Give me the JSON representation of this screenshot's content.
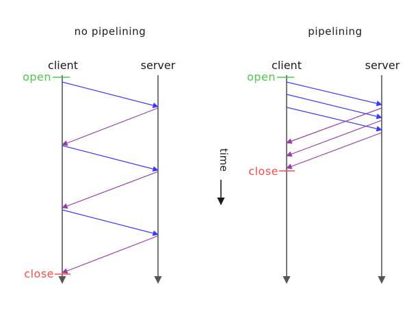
{
  "colors": {
    "request": "#3a3aff",
    "response": "#9a3aa8",
    "open": "#4cc94c",
    "close": "#ff4a4a",
    "lifeline": "#555555",
    "text": "#1a1a1a"
  },
  "left": {
    "title": "no pipelining",
    "client_label": "client",
    "server_label": "server",
    "open_label": "open",
    "close_label": "close"
  },
  "right": {
    "title": "pipelining",
    "client_label": "client",
    "server_label": "server",
    "open_label": "open",
    "close_label": "close"
  },
  "time": {
    "label": "time"
  }
}
